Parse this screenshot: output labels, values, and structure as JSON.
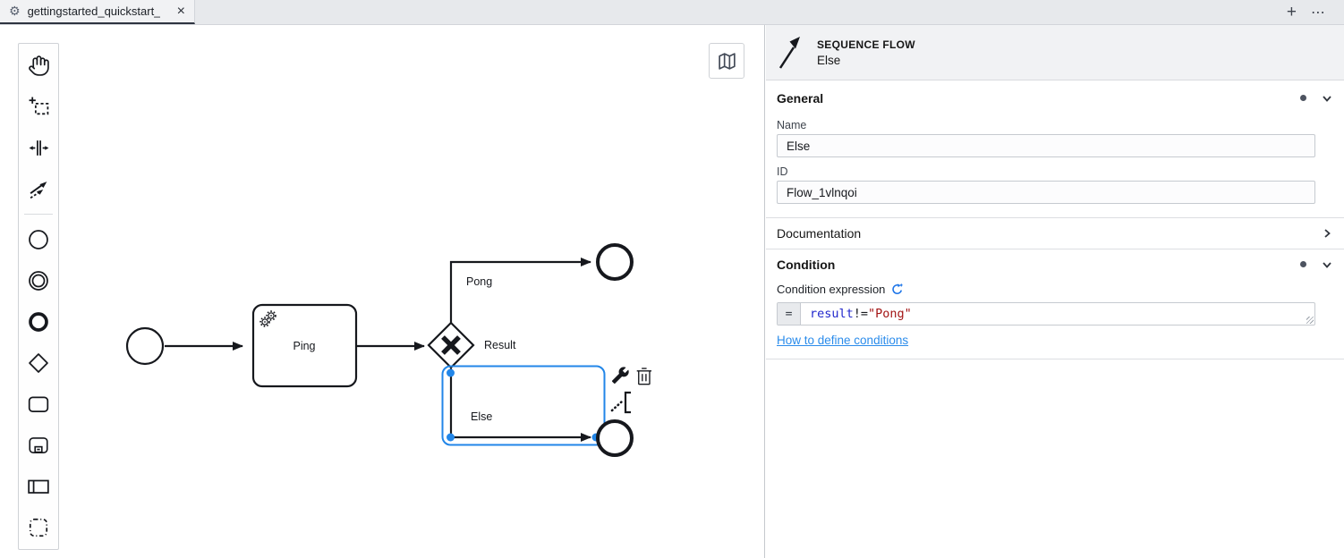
{
  "tab_bar": {
    "tab": {
      "label": "gettingstarted_quickstart_",
      "close_button": "×"
    },
    "new_tab_button": "+",
    "more_button": "⋯"
  },
  "palette": {
    "tools": [
      "hand-tool",
      "lasso-tool",
      "space-tool",
      "global-connect-tool",
      "create-start-event",
      "create-intermediate-event",
      "create-end-event",
      "create-gateway",
      "create-task",
      "create-subprocess",
      "create-participant",
      "create-group"
    ]
  },
  "canvas": {
    "minimap_button": "minimap-toggle",
    "diagram": {
      "task_label": "Ping",
      "gateway_label": "Result",
      "pong_flow_label": "Pong",
      "else_flow_label": "Else",
      "selected_element": "Else sequence flow",
      "context_pad": [
        "change-element-wrench",
        "delete-trash",
        "append-text-annotation"
      ]
    }
  },
  "properties_panel": {
    "header": {
      "element_type": "SEQUENCE FLOW",
      "element_name": "Else"
    },
    "general": {
      "title": "General",
      "name_label": "Name",
      "name_value": "Else",
      "id_label": "ID",
      "id_value": "Flow_1vlnqoi"
    },
    "documentation": {
      "title": "Documentation"
    },
    "condition": {
      "title": "Condition",
      "expression_label": "Condition expression",
      "expression_prefix": "=",
      "expression_variable": "result",
      "expression_operator": "!=",
      "expression_string": "\"Pong\"",
      "link": "How to define conditions"
    }
  },
  "colors": {
    "selection_blue": "#2286e8",
    "link_blue": "#2b8ceb",
    "code_variable_blue": "#2127cc",
    "code_string_red": "#a31515",
    "feel_icon_blue": "#1a73e8"
  }
}
